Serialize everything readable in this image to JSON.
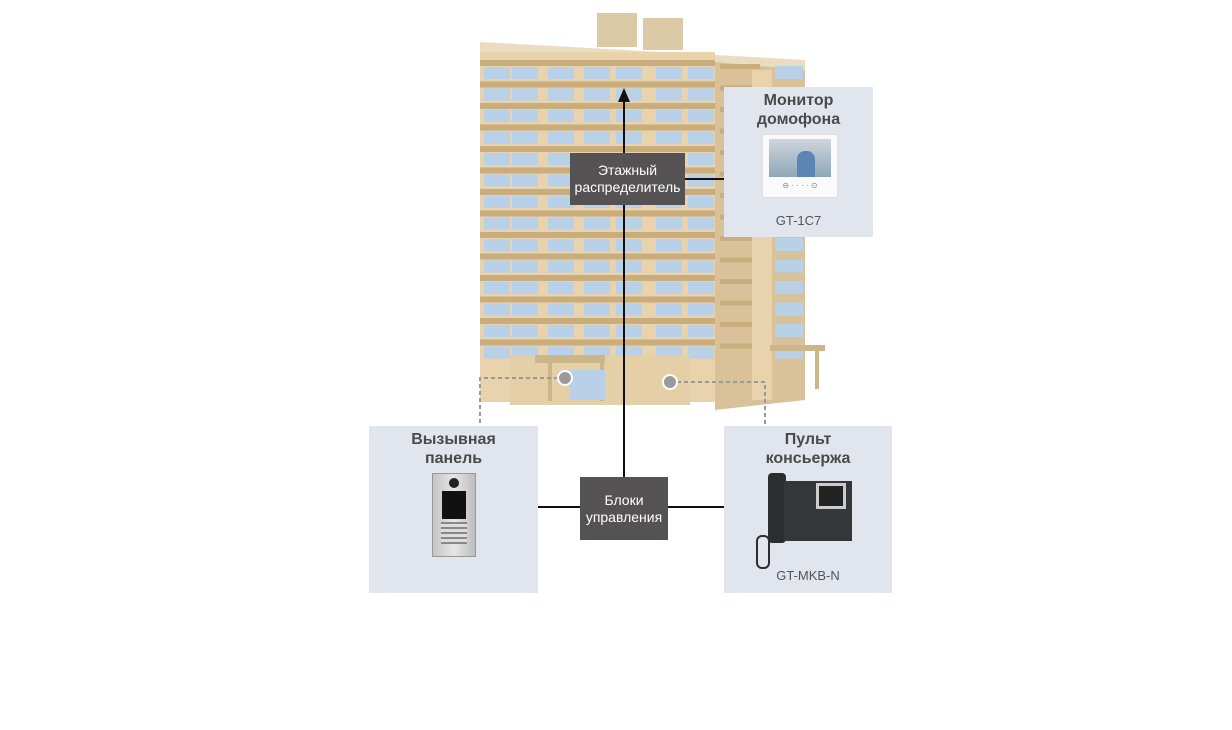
{
  "floor_distributor": {
    "label": "Этажный распределитель"
  },
  "control_units": {
    "label": "Блоки управления"
  },
  "monitor": {
    "title": "Монитор домофона",
    "model": "GT-1C7"
  },
  "call_panel": {
    "title": "Вызывная панель"
  },
  "concierge": {
    "title": "Пульт консьержа",
    "model": "GT-MKB-N"
  },
  "colors": {
    "panel_bg": "#e1e6ee",
    "box_bg": "#545252",
    "wall": "#e8d3ad",
    "window": "#b8d0e8"
  }
}
